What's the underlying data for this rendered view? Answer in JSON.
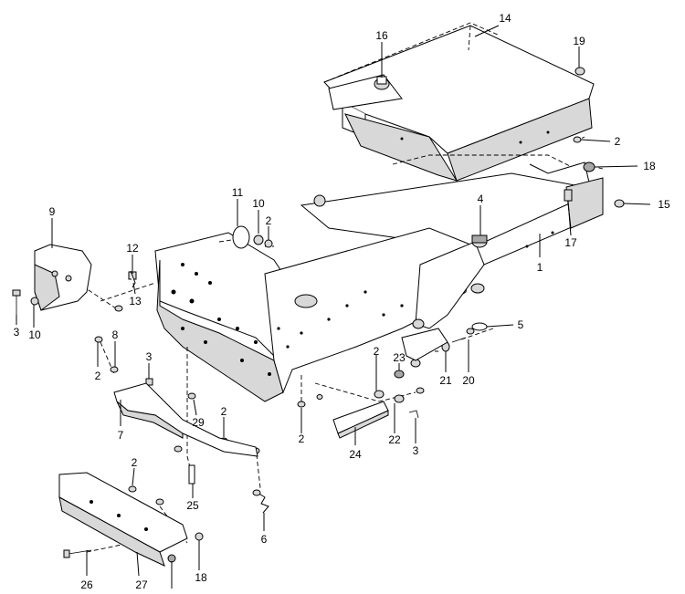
{
  "diagram": {
    "callouts": [
      {
        "id": "c1",
        "label": "1"
      },
      {
        "id": "c2a",
        "label": "2"
      },
      {
        "id": "c2b",
        "label": "2"
      },
      {
        "id": "c2c",
        "label": "2"
      },
      {
        "id": "c2d",
        "label": "2"
      },
      {
        "id": "c2e",
        "label": "2"
      },
      {
        "id": "c2f",
        "label": "2"
      },
      {
        "id": "c2g",
        "label": "2"
      },
      {
        "id": "c3a",
        "label": "3"
      },
      {
        "id": "c3b",
        "label": "3"
      },
      {
        "id": "c3c",
        "label": "3"
      },
      {
        "id": "c4",
        "label": "4"
      },
      {
        "id": "c5",
        "label": "5"
      },
      {
        "id": "c6",
        "label": "6"
      },
      {
        "id": "c7",
        "label": "7"
      },
      {
        "id": "c8",
        "label": "8"
      },
      {
        "id": "c9",
        "label": "9"
      },
      {
        "id": "c10a",
        "label": "10"
      },
      {
        "id": "c10b",
        "label": "10"
      },
      {
        "id": "c11",
        "label": "11"
      },
      {
        "id": "c12",
        "label": "12"
      },
      {
        "id": "c13",
        "label": "13"
      },
      {
        "id": "c14",
        "label": "14"
      },
      {
        "id": "c15",
        "label": "15"
      },
      {
        "id": "c16",
        "label": "16"
      },
      {
        "id": "c17",
        "label": "17"
      },
      {
        "id": "c18a",
        "label": "18"
      },
      {
        "id": "c18b",
        "label": "18"
      },
      {
        "id": "c19",
        "label": "19"
      },
      {
        "id": "c20",
        "label": "20"
      },
      {
        "id": "c21",
        "label": "21"
      },
      {
        "id": "c22",
        "label": "22"
      },
      {
        "id": "c23",
        "label": "23"
      },
      {
        "id": "c24",
        "label": "24"
      },
      {
        "id": "c25",
        "label": "25"
      },
      {
        "id": "c26",
        "label": "26"
      },
      {
        "id": "c27",
        "label": "27"
      },
      {
        "id": "c29",
        "label": "29"
      }
    ]
  }
}
